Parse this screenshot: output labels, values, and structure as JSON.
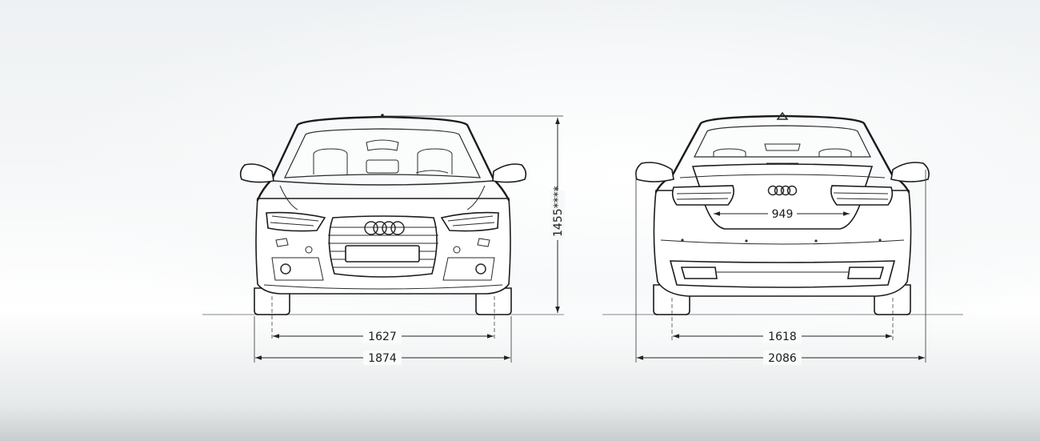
{
  "dimensions": {
    "front_track": "1627",
    "front_width": "1874",
    "height": "1455****",
    "rear_track": "1618",
    "rear_width_mirrors": "2086",
    "trunk_opening": "949"
  }
}
